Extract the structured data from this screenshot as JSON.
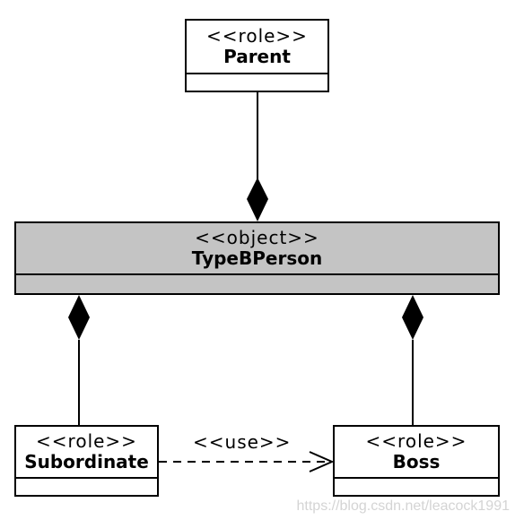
{
  "classes": {
    "parent": {
      "stereotype": "<<role>>",
      "name": "Parent"
    },
    "type_b_person": {
      "stereotype": "<<object>>",
      "name": "TypeBPerson"
    },
    "subordinate": {
      "stereotype": "<<role>>",
      "name": "Subordinate"
    },
    "boss": {
      "stereotype": "<<role>>",
      "name": "Boss"
    }
  },
  "relations": {
    "use_label": "<<use>>"
  },
  "watermark": "https://blog.csdn.net/leacock1991",
  "colors": {
    "object_fill": "#c4c4c4",
    "watermark": "#d4d4d4"
  }
}
